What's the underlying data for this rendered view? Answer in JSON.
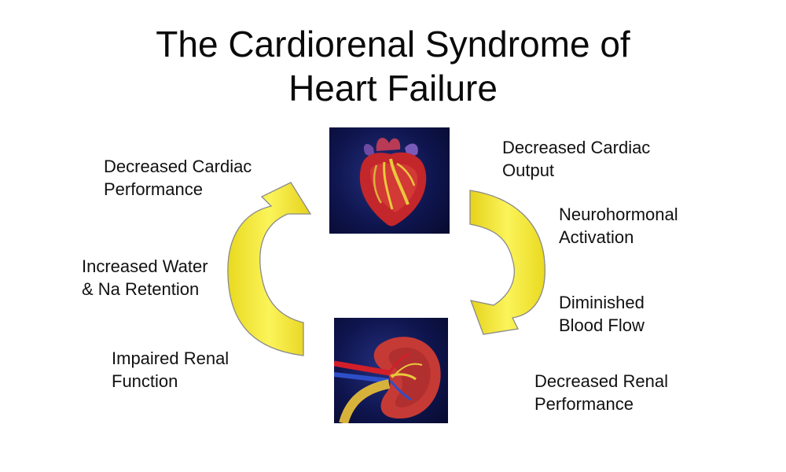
{
  "title": {
    "line1": "The Cardiorenal Syndrome of",
    "line2": "Heart Failure"
  },
  "labels": {
    "decreased_cardiac_performance": [
      "Decreased Cardiac",
      "Performance"
    ],
    "increased_water_na_retention": [
      "Increased Water",
      "& Na Retention"
    ],
    "impaired_renal_function": [
      "Impaired Renal",
      "Function"
    ],
    "decreased_cardiac_output": [
      "Decreased Cardiac",
      "Output"
    ],
    "neurohormonal_activation": [
      "Neurohormonal",
      "Activation"
    ],
    "diminished_blood_flow": [
      "Diminished",
      "Blood Flow"
    ],
    "decreased_renal_performance": [
      "Decreased Renal",
      "Performance"
    ]
  },
  "images": {
    "heart": "heart-icon",
    "kidney": "kidney-icon"
  },
  "colors": {
    "arrow_fill": "#f4e63c",
    "arrow_outline": "#8a8a8a",
    "tile_background": "#141c5e",
    "text": "#111111"
  }
}
